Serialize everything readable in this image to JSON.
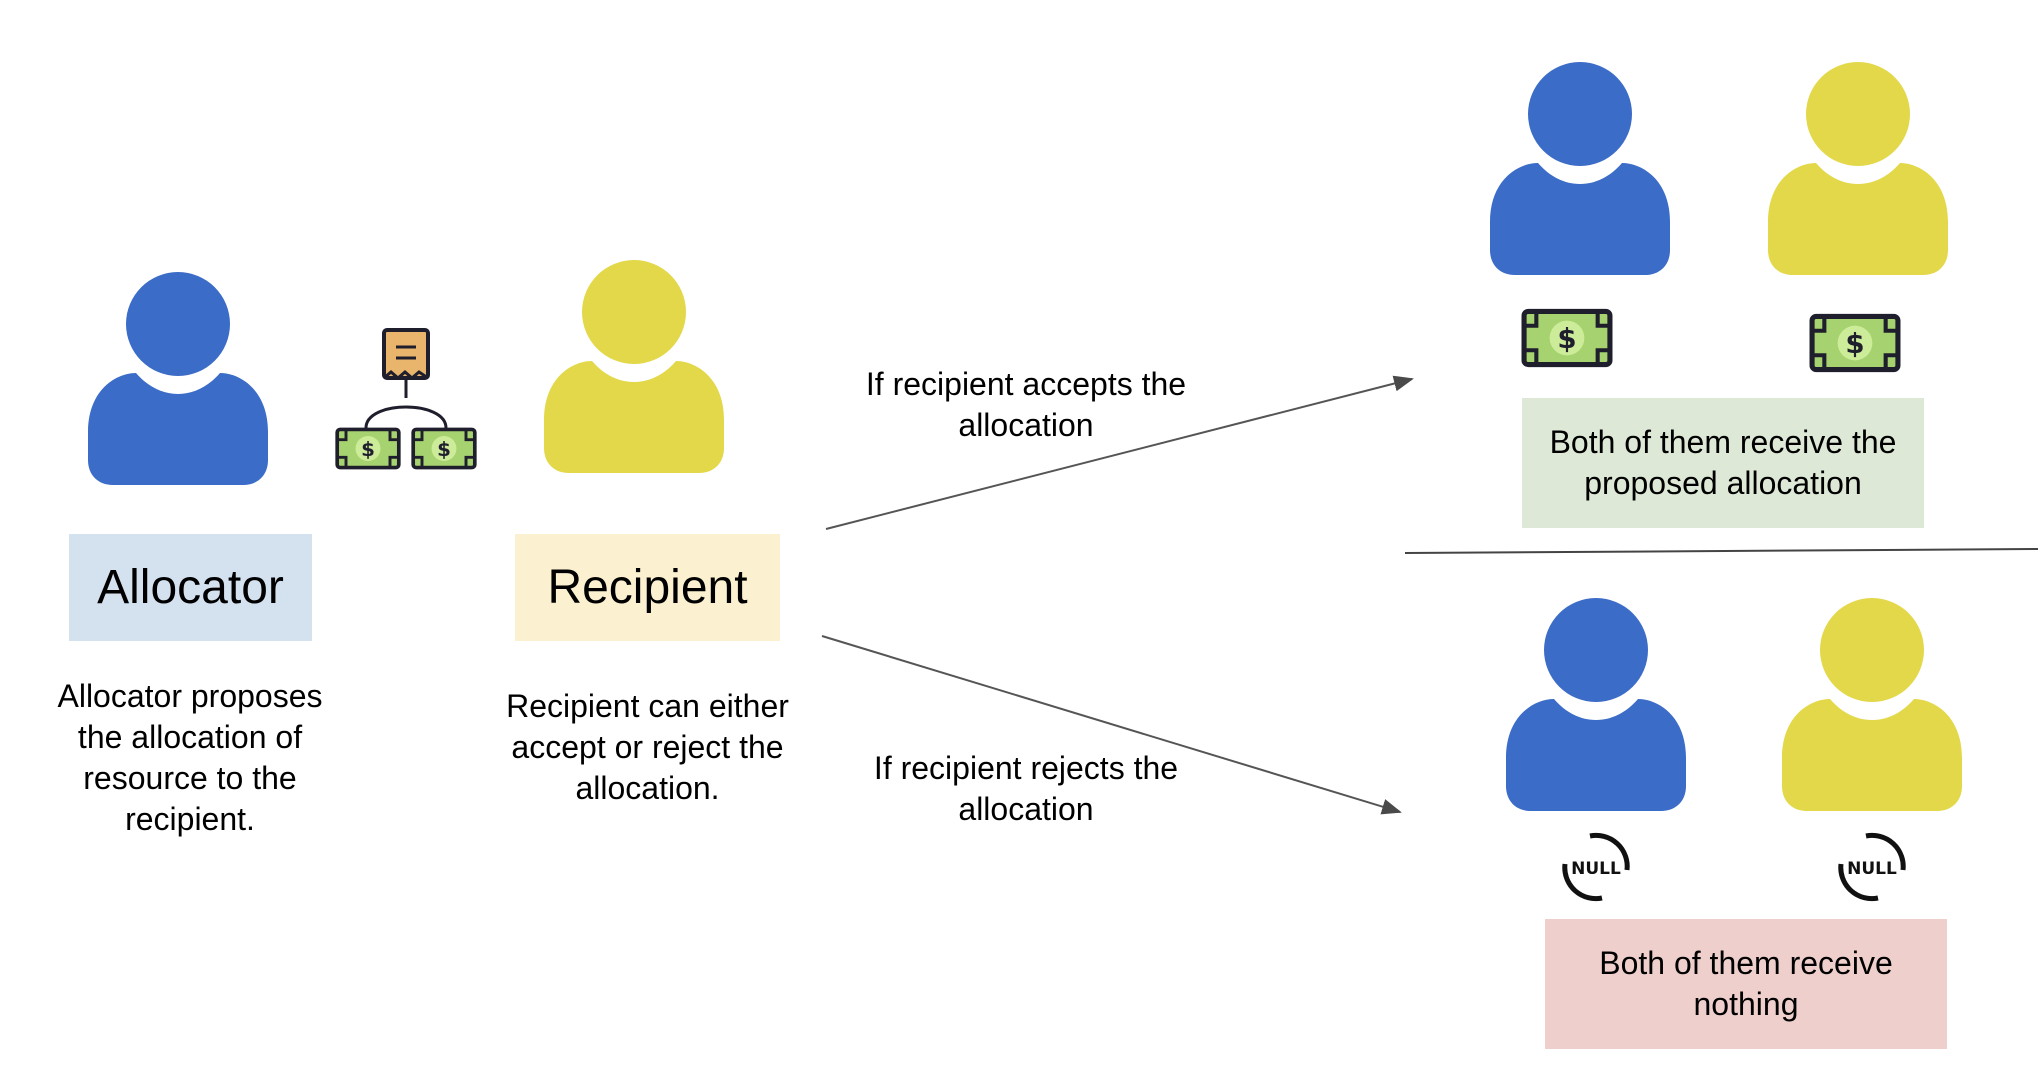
{
  "roles": {
    "allocator": {
      "name": "Allocator",
      "description": "Allocator proposes the allocation of resource to the recipient.",
      "color": "#3b6cc7",
      "box_color": "#d4e1ef"
    },
    "recipient": {
      "name": "Recipient",
      "description": "Recipient can either accept or reject the allocation.",
      "color": "#e3d84a",
      "box_color": "#fbf1d1"
    }
  },
  "branches": {
    "accept": {
      "condition": "If recipient accepts the allocation",
      "outcome": "Both of them receive the proposed allocation",
      "outcome_color": "#dde9d6",
      "icon": "money-icon"
    },
    "reject": {
      "condition": "If recipient rejects the allocation",
      "outcome": "Both of them receive nothing",
      "outcome_color": "#eecfcc",
      "icon": "null-icon",
      "icon_text": "NULL"
    }
  },
  "icons": {
    "proposal": "receipt-split-money-icon",
    "currency_symbol": "$"
  }
}
